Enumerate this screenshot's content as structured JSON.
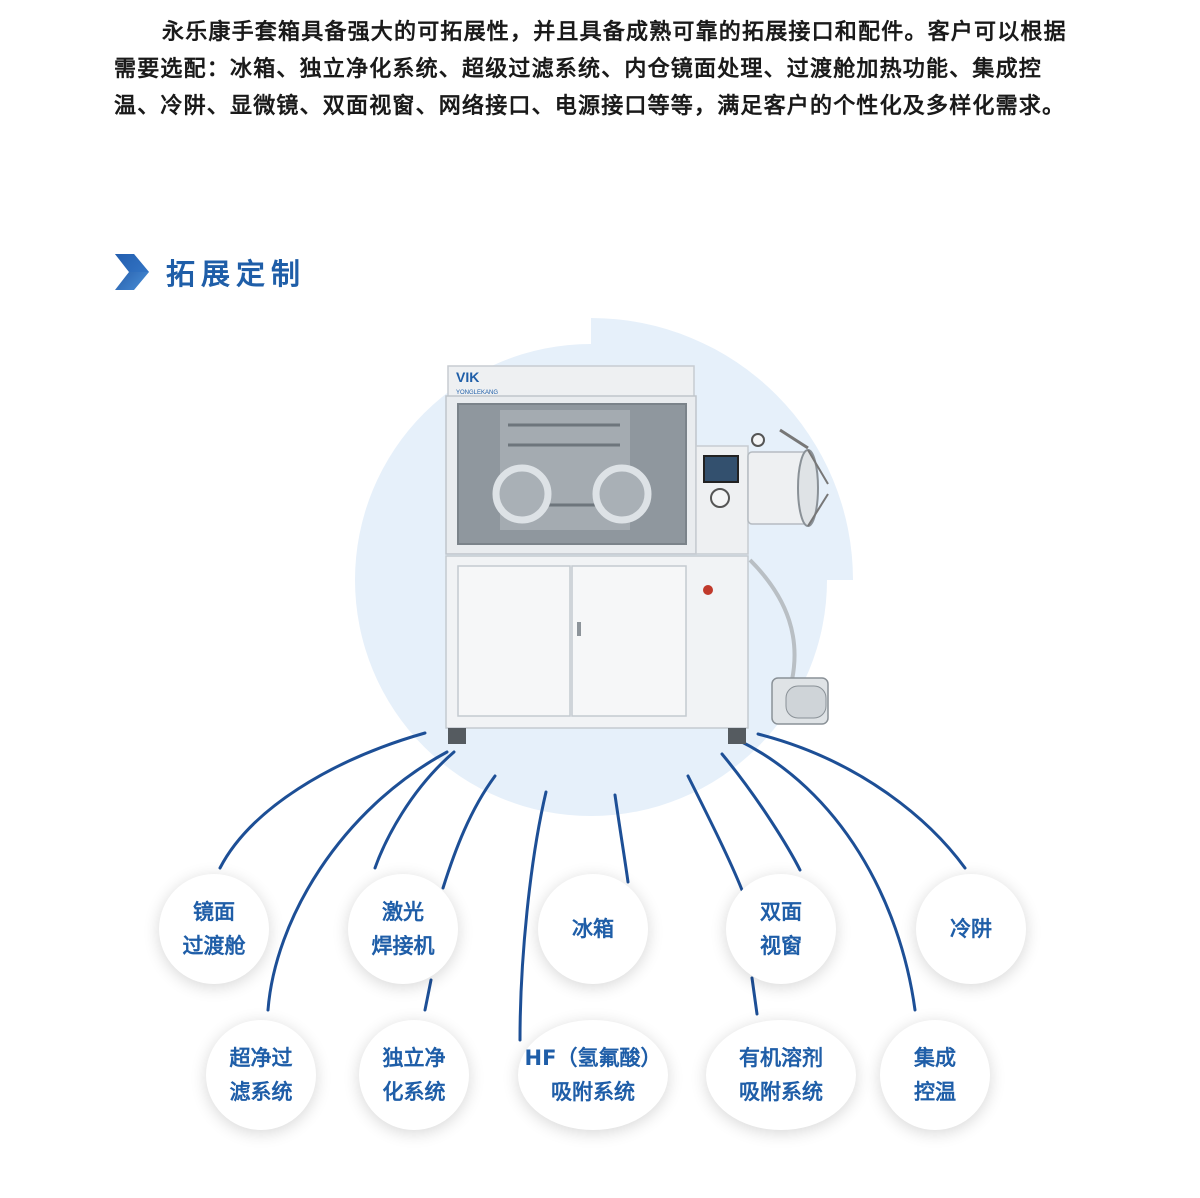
{
  "intro": {
    "text": "永乐康手套箱具备强大的可拓展性，并且具备成熟可靠的拓展接口和配件。客户可以根据需要选配：冰箱、独立净化系统、超级过滤系统、内仓镜面处理、过渡舱加热功能、集成控温、冷阱、显微镜、双面视窗、网络接口、电源接口等等，满足客户的个性化及多样化需求。"
  },
  "section": {
    "title": "拓展定制",
    "icon": "chevron-right-icon"
  },
  "machine": {
    "logo": "VIK",
    "logo_sub": "YONGLEKANG"
  },
  "options": [
    {
      "line1": "镜面",
      "line2": "过渡舱"
    },
    {
      "line1": "激光",
      "line2": "焊接机"
    },
    {
      "line1": "冰箱",
      "line2": ""
    },
    {
      "line1": "双面",
      "line2": "视窗"
    },
    {
      "line1": "冷阱",
      "line2": ""
    },
    {
      "line1": "超净过",
      "line2": "滤系统"
    },
    {
      "line1": "独立净",
      "line2": "化系统"
    },
    {
      "line1": "HF（氢氟酸）",
      "line2": "吸附系统"
    },
    {
      "line1": "有机溶剂",
      "line2": "吸附系统"
    },
    {
      "line1": "集成",
      "line2": "控温"
    }
  ],
  "colors": {
    "accent": "#1f5ea8",
    "line": "#1d4f96",
    "halo": "#e6f0fa"
  }
}
